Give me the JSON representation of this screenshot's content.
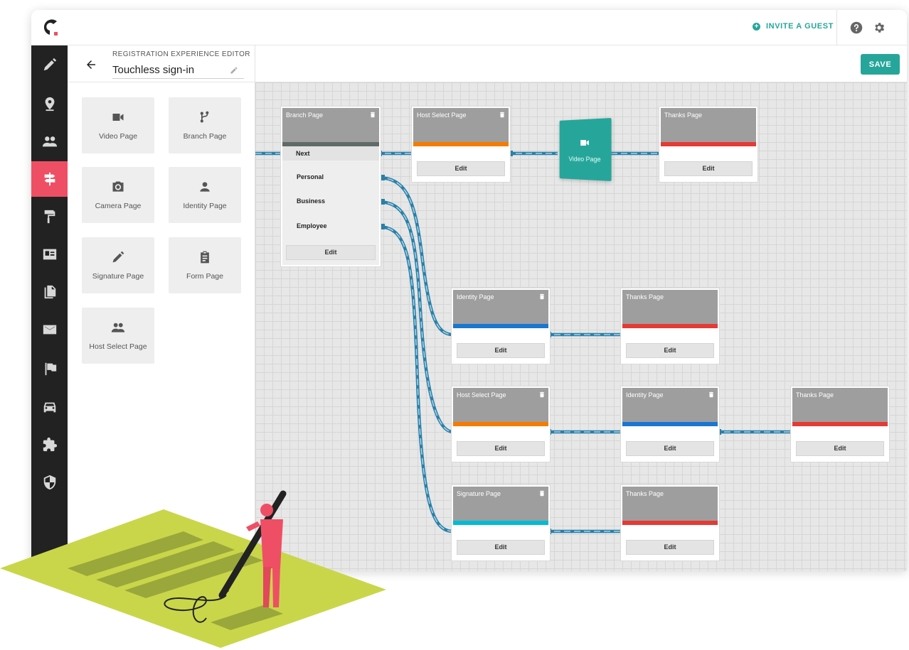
{
  "header": {
    "invite_label": "INVITE A GUEST",
    "accent_color": "#26a69a"
  },
  "sidebar": {
    "items": [
      {
        "icon": "pen-icon"
      },
      {
        "icon": "location-pin-icon"
      },
      {
        "icon": "people-icon"
      },
      {
        "icon": "signpost-icon",
        "active": true
      },
      {
        "icon": "paint-roller-icon"
      },
      {
        "icon": "badge-icon"
      },
      {
        "icon": "documents-icon"
      },
      {
        "icon": "mail-icon"
      },
      {
        "icon": "flag-icon"
      },
      {
        "icon": "car-icon"
      },
      {
        "icon": "puzzle-icon"
      },
      {
        "icon": "shield-icon"
      }
    ],
    "active_color": "#ef4f64"
  },
  "panel": {
    "editor_label": "REGISTRATION EXPERIENCE EDITOR",
    "flow_name": "Touchless sign-in",
    "tiles": [
      {
        "label": "Video Page",
        "icon": "video-camera-icon"
      },
      {
        "label": "Branch Page",
        "icon": "branch-icon"
      },
      {
        "label": "Camera Page",
        "icon": "camera-icon"
      },
      {
        "label": "Identity Page",
        "icon": "person-icon"
      },
      {
        "label": "Signature Page",
        "icon": "pen-icon"
      },
      {
        "label": "Form Page",
        "icon": "clipboard-icon"
      },
      {
        "label": "Host Select Page",
        "icon": "people-icon"
      }
    ]
  },
  "canvas": {
    "save_label": "SAVE",
    "video_card_label": "Video Page",
    "branch_node": {
      "title": "Branch Page",
      "next_label": "Next",
      "options": [
        "Personal",
        "Business",
        "Employee"
      ],
      "edit_label": "Edit"
    },
    "nodes": [
      {
        "title": "Host Select Page",
        "color": "#f57c00",
        "edit": "Edit"
      },
      {
        "title": "Thanks Page",
        "color": "#e53935",
        "edit": "Edit"
      },
      {
        "title": "Identity Page",
        "color": "#1976d2",
        "edit": "Edit"
      },
      {
        "title": "Thanks Page",
        "color": "#e53935",
        "edit": "Edit"
      },
      {
        "title": "Host Select Page",
        "color": "#f57c00",
        "edit": "Edit"
      },
      {
        "title": "Identity Page",
        "color": "#1976d2",
        "edit": "Edit"
      },
      {
        "title": "Thanks Page",
        "color": "#e53935",
        "edit": "Edit"
      },
      {
        "title": "Signature Page",
        "color": "#00bcd4",
        "edit": "Edit"
      },
      {
        "title": "Thanks Page",
        "color": "#e53935",
        "edit": "Edit"
      }
    ],
    "link_color": "#2a7fa8"
  }
}
